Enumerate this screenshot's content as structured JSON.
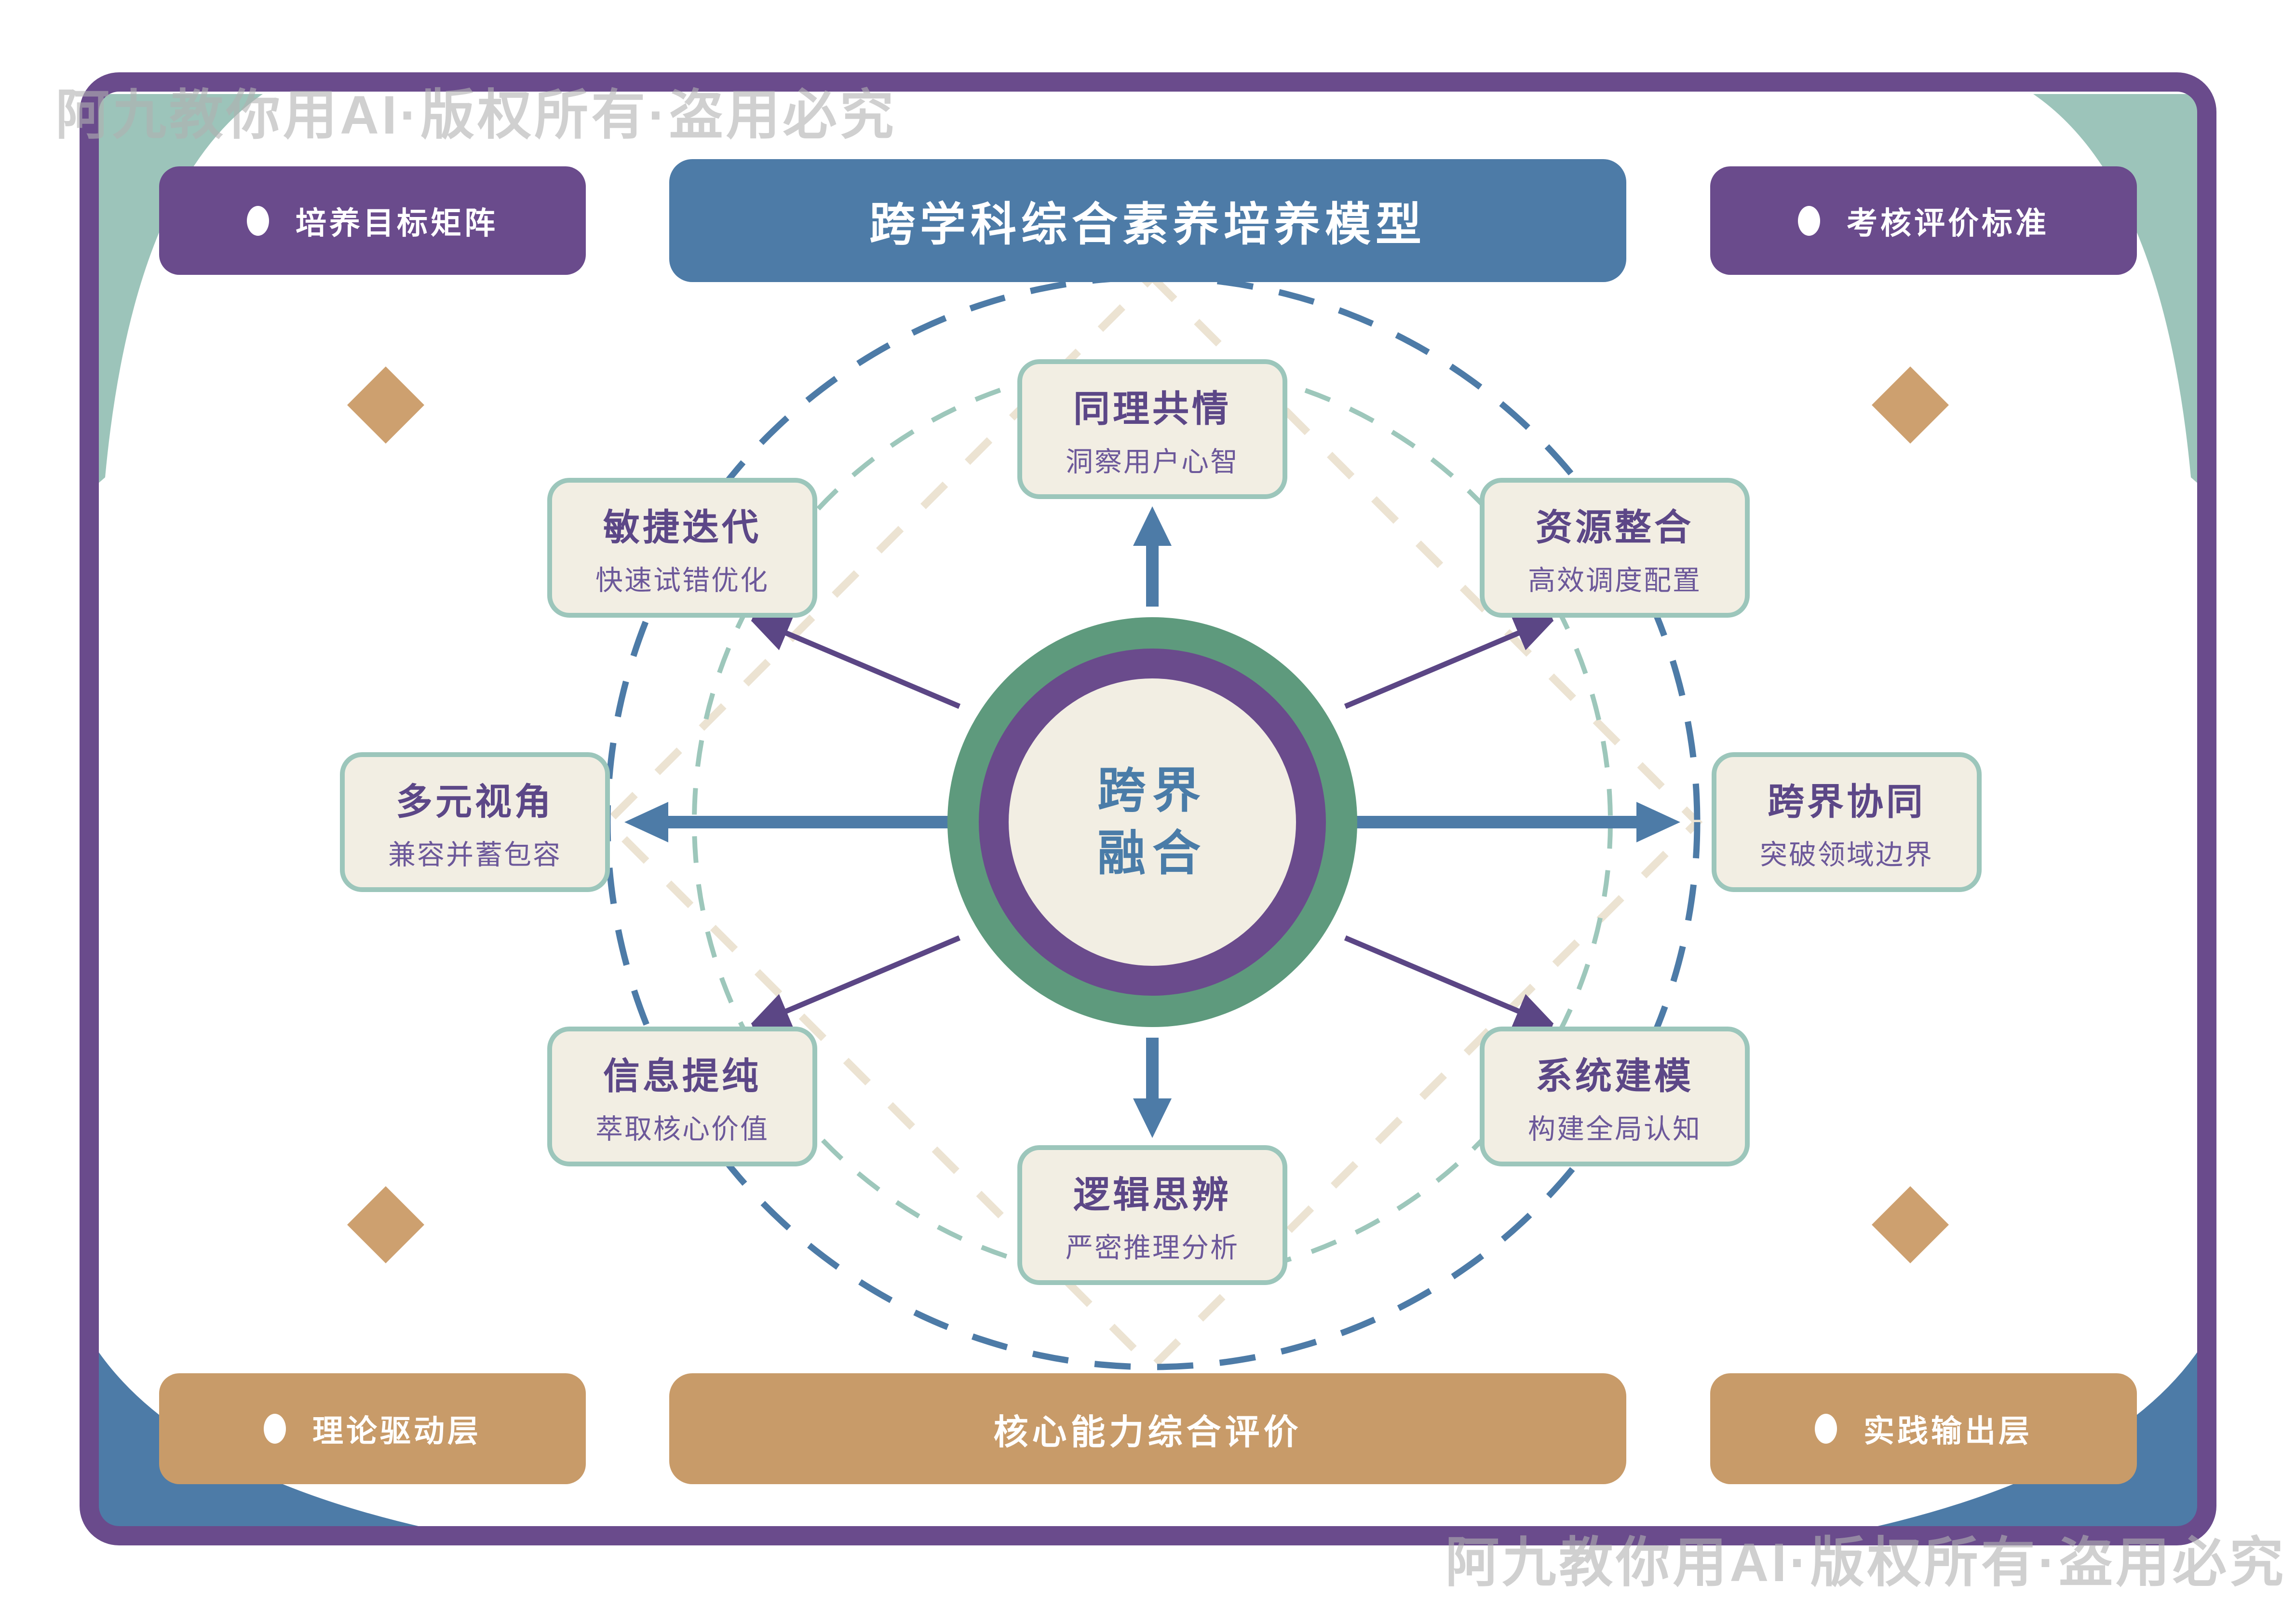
{
  "watermark": {
    "text": "阿九教你用AI·版权所有·盗用必究"
  },
  "header": {
    "left_badge": "培养目标矩阵",
    "title": "跨学科综合素养培养模型",
    "right_badge": "考核评价标准"
  },
  "hub": {
    "line1": "跨界",
    "line2": "融合"
  },
  "capabilities": [
    {
      "position": "top",
      "title": "同理共情",
      "subtitle": "洞察用户心智"
    },
    {
      "position": "top-left",
      "title": "敏捷迭代",
      "subtitle": "快速试错优化"
    },
    {
      "position": "top-right",
      "title": "资源整合",
      "subtitle": "高效调度配置"
    },
    {
      "position": "left",
      "title": "多元视角",
      "subtitle": "兼容并蓄包容"
    },
    {
      "position": "right",
      "title": "跨界协同",
      "subtitle": "突破领域边界"
    },
    {
      "position": "bottom-left",
      "title": "信息提纯",
      "subtitle": "萃取核心价值"
    },
    {
      "position": "bottom-right",
      "title": "系统建模",
      "subtitle": "构建全局认知"
    },
    {
      "position": "bottom",
      "title": "逻辑思辨",
      "subtitle": "严密推理分析"
    }
  ],
  "footer": {
    "left_badge": "理论驱动层",
    "banner": "核心能力综合评价",
    "right_badge": "实践输出层"
  },
  "colors": {
    "frame_purple": "#6a4b8c",
    "banner_blue": "#4d7ba7",
    "tan": "#c89b69",
    "diamond_tan": "#cda06f",
    "hub_green": "#5e9a7d",
    "hub_purple": "#6a4b8c",
    "hub_cream": "#f2eee3",
    "hub_text_blue": "#4a7ca8",
    "box_border_teal": "#9cc6bb",
    "corner_teal": "#9cc4ba",
    "arrow_blue": "#4d7ba7",
    "arrow_purple": "#5b4685",
    "dash_beige": "#ece3d2"
  }
}
